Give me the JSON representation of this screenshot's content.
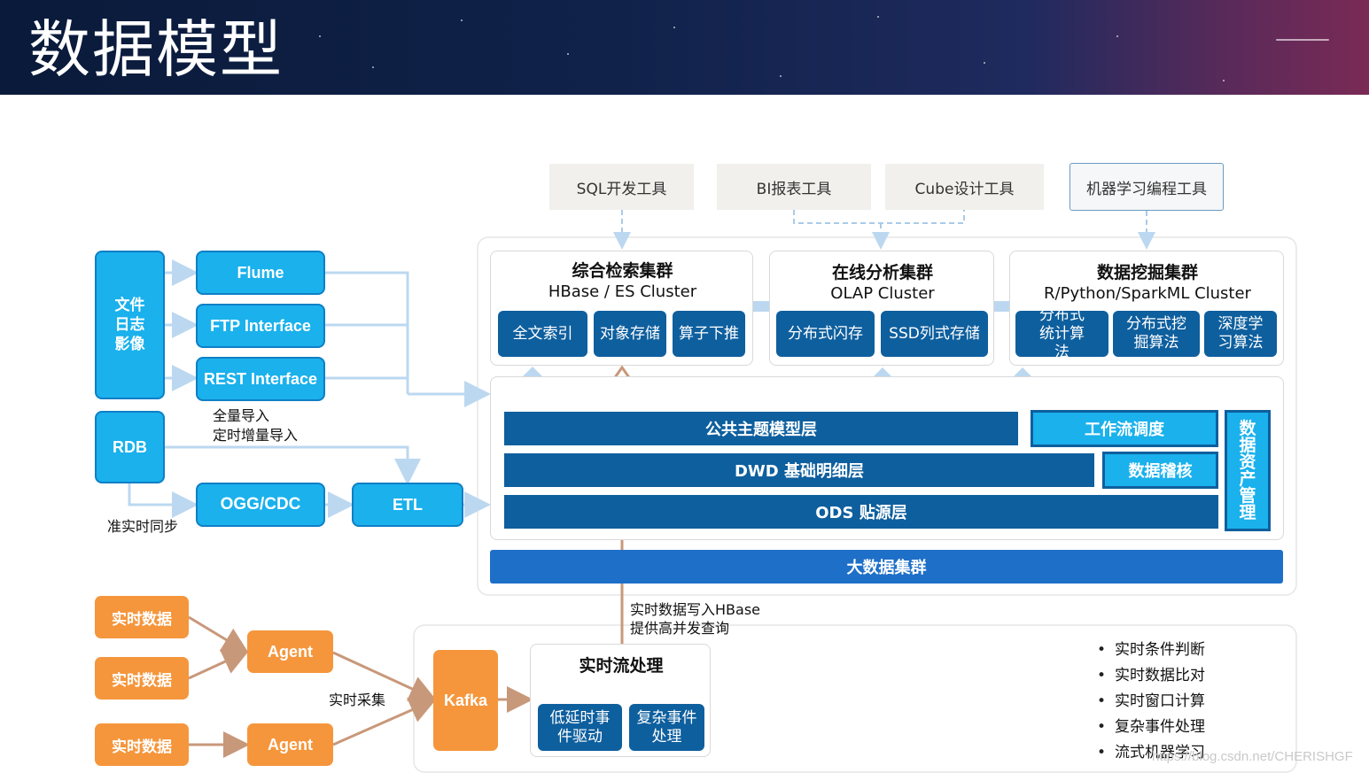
{
  "title": "数据模型",
  "tools": {
    "sql": "SQL开发工具",
    "bi": "BI报表工具",
    "cube": "Cube设计工具",
    "ml": "机器学习编程工具"
  },
  "clusters": {
    "search": {
      "title": "综合检索集群",
      "subtitle": "HBase / ES Cluster",
      "items": [
        "全文索引",
        "对象存储",
        "算子下推"
      ]
    },
    "olap": {
      "title": "在线分析集群",
      "subtitle": "OLAP Cluster",
      "items": [
        "分布式闪存",
        "SSD列式存储"
      ]
    },
    "mining": {
      "title": "数据挖掘集群",
      "subtitle": "R/Python/SparkML Cluster",
      "items": [
        "分布式统计算法",
        "分布式挖掘算法",
        "深度学习算法"
      ]
    }
  },
  "sources": {
    "file": "文件日志影像",
    "flume": "Flume",
    "ftp": "FTP Interface",
    "rest": "REST Interface",
    "rdb": "RDB",
    "ogg": "OGG/CDC",
    "etl": "ETL",
    "import_label_1": "全量导入",
    "import_label_2": "定时增量导入",
    "sync_label": "准实时同步"
  },
  "layers": {
    "common": "公共主题模型层",
    "workflow": "工作流调度",
    "dwd": "DWD 基础明细层",
    "audit": "数据稽核",
    "ods": "ODS 贴源层",
    "asset": "数据资产管理",
    "bigdata": "大数据集群"
  },
  "realtime": {
    "sources": [
      "实时数据",
      "实时数据",
      "实时数据"
    ],
    "agent": "Agent",
    "collect_label": "实时采集",
    "kafka": "Kafka",
    "stream_title": "实时流处理",
    "stream_items": [
      "低延时事件驱动",
      "复杂事件处理"
    ],
    "hbase_label_1": "实时数据写入HBase",
    "hbase_label_2": "提供高并发查询",
    "bullets": [
      "实时条件判断",
      "实时数据比对",
      "实时窗口计算",
      "复杂事件处理",
      "流式机器学习"
    ]
  },
  "watermark": "https://blog.csdn.net/CHERISHGF",
  "colors": {
    "header": "#10224a",
    "light_blue": "#1ab1ec",
    "dark_blue": "#0e5f9e",
    "orange": "#f5963c",
    "arrow_light": "#bcd8f0",
    "arrow_brown": "#c8987a"
  }
}
